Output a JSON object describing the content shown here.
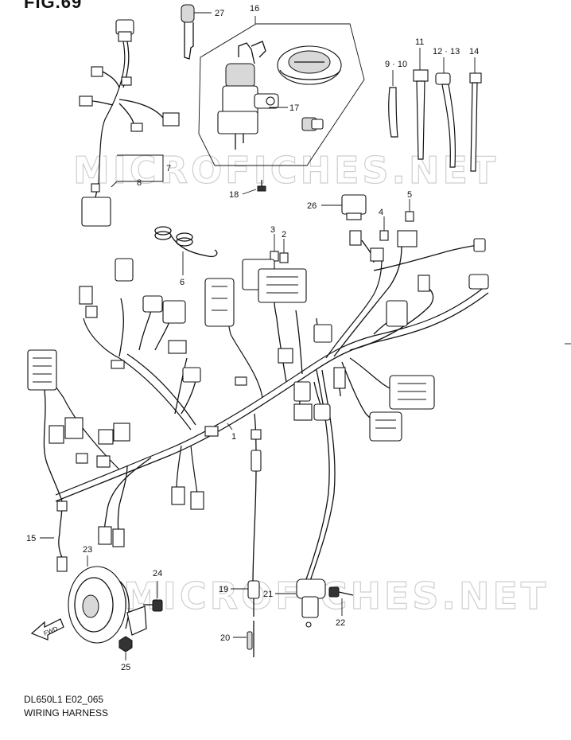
{
  "figure": {
    "title_fragment": "FIG.69",
    "model_code": "DL650L1 E02_065",
    "section_name": "WIRING HARNESS"
  },
  "watermarks": [
    "MICROFICHES.NET",
    "MICROFICHES.NET"
  ],
  "direction_arrow": "FWD",
  "callouts": {
    "c1": "1",
    "c2": "2",
    "c3": "3",
    "c4": "4",
    "c5": "5",
    "c6": "6",
    "c7": "7",
    "c8": "8",
    "c9_10": "9 · 10",
    "c11": "11",
    "c12_13": "12 · 13",
    "c14": "14",
    "c15": "15",
    "c16": "16",
    "c17": "17",
    "c18": "18",
    "c19": "19",
    "c20": "20",
    "c21": "21",
    "c22": "22",
    "c23": "23",
    "c24": "24",
    "c25": "25",
    "c26": "26",
    "c27": "27"
  }
}
